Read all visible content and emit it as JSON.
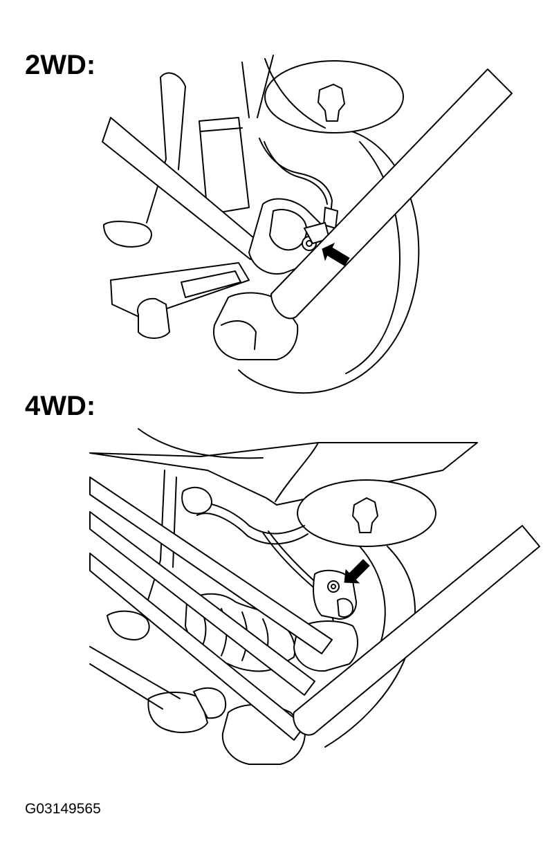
{
  "sections": [
    {
      "label": "2WD:"
    },
    {
      "label": "4WD:"
    }
  ],
  "figure_id": "G03149565",
  "colors": {
    "line": "#000000",
    "background": "#ffffff"
  },
  "icons": [
    "pointer-arrow-icon"
  ]
}
